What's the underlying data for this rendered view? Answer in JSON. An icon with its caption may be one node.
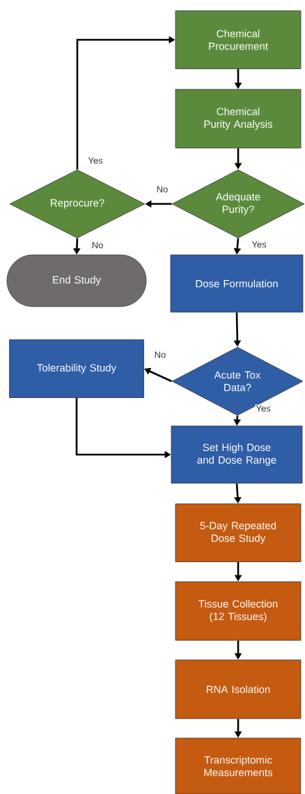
{
  "diagram": {
    "nodes": [
      {
        "text": [
          "Chemical Procurement"
        ]
      },
      {
        "text": [
          "Chemical Purity Analysis"
        ]
      },
      {
        "text": [
          "Adequate Purity?"
        ]
      },
      {
        "text": [
          "Reprocure?"
        ]
      },
      {
        "text": [
          "End Study"
        ]
      },
      {
        "text": [
          "Dose Formulation"
        ]
      },
      {
        "text": [
          "Acute Tox Data?"
        ]
      },
      {
        "text": [
          "Tolerability Study"
        ]
      },
      {
        "text": [
          "Set High Dose and Dose Range"
        ]
      },
      {
        "text": [
          "5-Day Repeated Dose Study"
        ]
      },
      {
        "text": [
          "Tissue Collection (12 Tissues)"
        ]
      },
      {
        "text": [
          "RNA Isolation"
        ]
      },
      {
        "text": [
          "Transcriptomic Measurements"
        ]
      }
    ],
    "edges": [
      {
        "from": 0,
        "to": 1,
        "arrow": "to"
      },
      {
        "from": 1,
        "to": 2,
        "arrow": "to"
      },
      {
        "from": 2,
        "to": 3,
        "arrow": "to",
        "label": "No"
      },
      {
        "from": 3,
        "to": 0,
        "arrow": "to",
        "label": "Yes"
      },
      {
        "from": 3,
        "to": 4,
        "arrow": "to",
        "label": "No"
      },
      {
        "from": 2,
        "to": 5,
        "arrow": "to",
        "label": "Yes"
      },
      {
        "from": 5,
        "to": 6,
        "arrow": "to"
      },
      {
        "from": 6,
        "to": 7,
        "arrow": "to",
        "label": "No"
      },
      {
        "from": 6,
        "to": 8,
        "arrow": "to",
        "label": "Yes"
      },
      {
        "from": 7,
        "to": 8,
        "arrow": "to"
      },
      {
        "from": 8,
        "to": 9,
        "arrow": "to"
      },
      {
        "from": 9,
        "to": 10,
        "arrow": "to"
      },
      {
        "from": 10,
        "to": 11,
        "arrow": "to"
      },
      {
        "from": 11,
        "to": 12,
        "arrow": "to"
      }
    ]
  }
}
